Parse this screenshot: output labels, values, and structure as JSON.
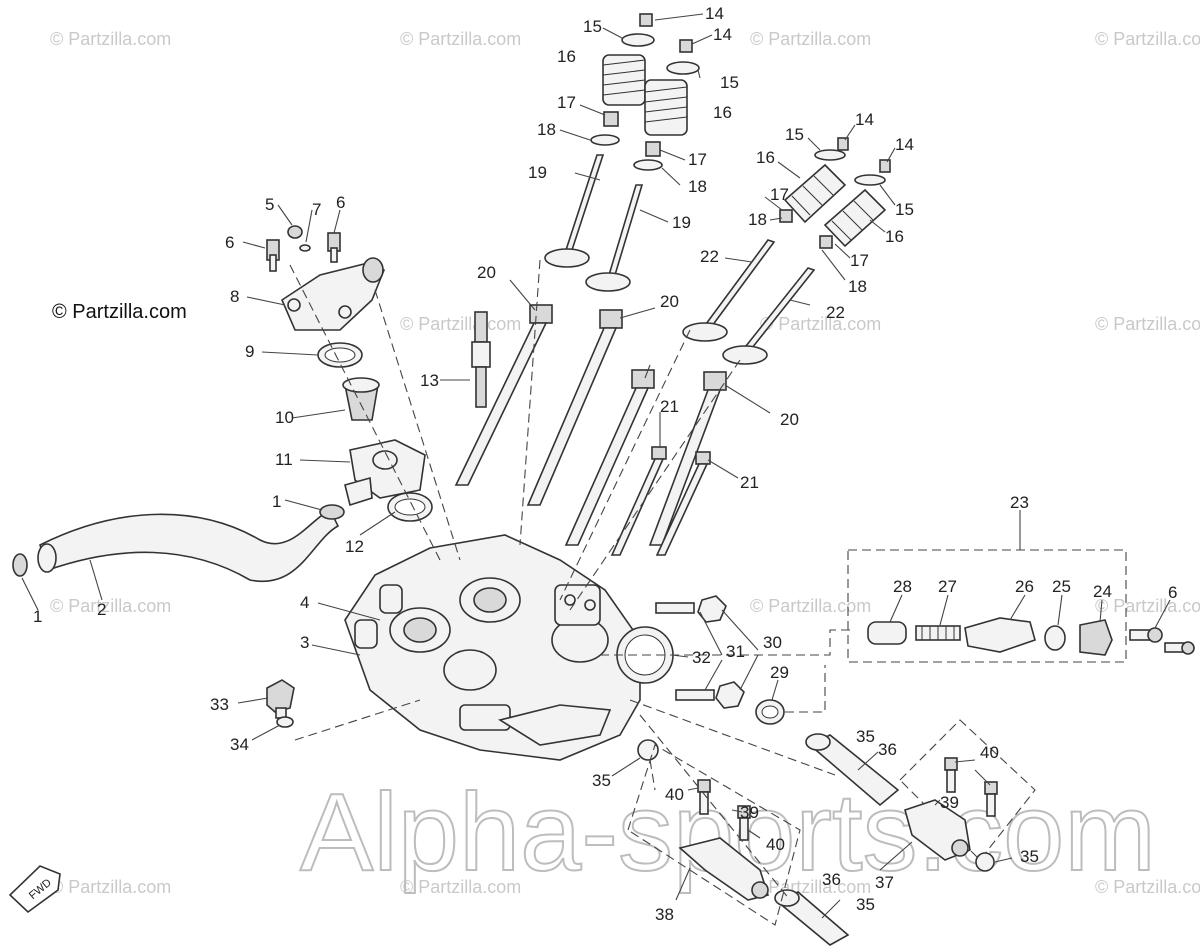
{
  "watermarks": {
    "partzilla": "© Partzilla.com",
    "partzilla_dark": "© Partzilla.com",
    "alpha_sports": "Alpha-sports.com",
    "fwd": "FWD"
  },
  "callouts": {
    "c1a": "1",
    "c1b": "1",
    "c2": "2",
    "c3": "3",
    "c4": "4",
    "c5": "5",
    "c6a": "6",
    "c6b": "6",
    "c6c": "6",
    "c7": "7",
    "c8": "8",
    "c9": "9",
    "c10": "10",
    "c11": "11",
    "c12": "12",
    "c13": "13",
    "c14a": "14",
    "c14b": "14",
    "c14c": "14",
    "c14d": "14",
    "c15a": "15",
    "c15b": "15",
    "c15c": "15",
    "c15d": "15",
    "c16a": "16",
    "c16b": "16",
    "c16c": "16",
    "c16d": "16",
    "c17a": "17",
    "c17b": "17",
    "c17c": "17",
    "c17d": "17",
    "c18a": "18",
    "c18b": "18",
    "c18c": "18",
    "c18d": "18",
    "c19a": "19",
    "c19b": "19",
    "c20a": "20",
    "c20b": "20",
    "c20c": "20",
    "c21a": "21",
    "c21b": "21",
    "c22a": "22",
    "c22b": "22",
    "c23": "23",
    "c24": "24",
    "c25": "25",
    "c26": "26",
    "c27": "27",
    "c28": "28",
    "c29": "29",
    "c30": "30",
    "c31": "31",
    "c32": "32",
    "c33": "33",
    "c34": "34",
    "c35a": "35",
    "c35b": "35",
    "c35c": "35",
    "c35d": "35",
    "c36a": "36",
    "c36b": "36",
    "c37": "37",
    "c38": "38",
    "c39a": "39",
    "c39b": "39",
    "c40a": "40",
    "c40b": "40",
    "c40c": "40"
  }
}
